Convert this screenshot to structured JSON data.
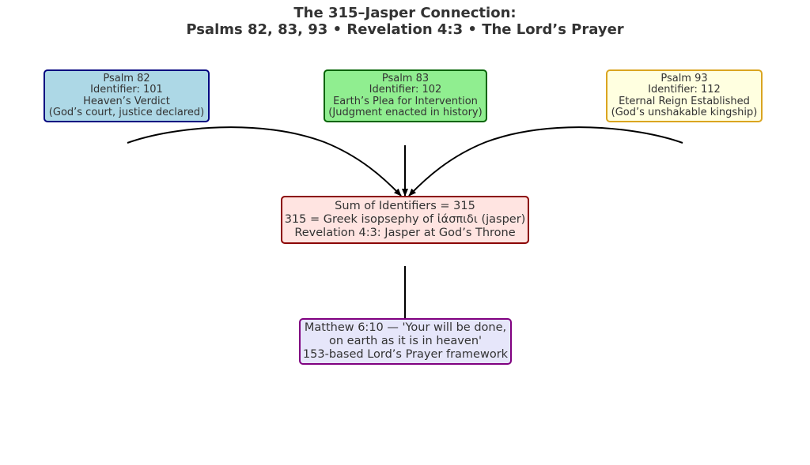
{
  "title": {
    "line1": "The 315–Jasper Connection:",
    "line2": "Psalms 82, 83, 93 • Revelation 4:3 • The Lord’s Prayer"
  },
  "nodes": {
    "psalm82": {
      "lines": [
        "Psalm 82",
        "Identifier: 101",
        "Heaven’s Verdict",
        "(God’s court, justice declared)"
      ],
      "fill": "#add8e6",
      "border": "#000080"
    },
    "psalm83": {
      "lines": [
        "Psalm 83",
        "Identifier: 102",
        "Earth’s Plea for Intervention",
        "(Judgment enacted in history)"
      ],
      "fill": "#90ee90",
      "border": "#006400"
    },
    "psalm93": {
      "lines": [
        "Psalm 93",
        "Identifier: 112",
        "Eternal Reign Established",
        "(God’s unshakable kingship)"
      ],
      "fill": "#ffffe0",
      "border": "#daa520"
    },
    "sum": {
      "lines": [
        "Sum of Identifiers = 315",
        "315 = Greek isopsephy of ἰάσπιδι (jasper)",
        "Revelation 4:3: Jasper at God’s Throne"
      ],
      "fill": "#ffe4e1",
      "border": "#8b0000"
    },
    "matthew": {
      "lines": [
        "Matthew 6:10 — 'Your will be done,",
        "on earth as it is in heaven'",
        "153-based Lord’s Prayer framework"
      ],
      "fill": "#e6e6fa",
      "border": "#800080"
    }
  },
  "edges": [
    {
      "from": "psalm82",
      "to": "sum",
      "style": "arc"
    },
    {
      "from": "psalm83",
      "to": "sum",
      "style": "straight"
    },
    {
      "from": "psalm93",
      "to": "sum",
      "style": "arc"
    },
    {
      "from": "sum",
      "to": "matthew",
      "style": "straight"
    }
  ],
  "colors": {
    "text": "#333333",
    "edge": "#000000"
  }
}
